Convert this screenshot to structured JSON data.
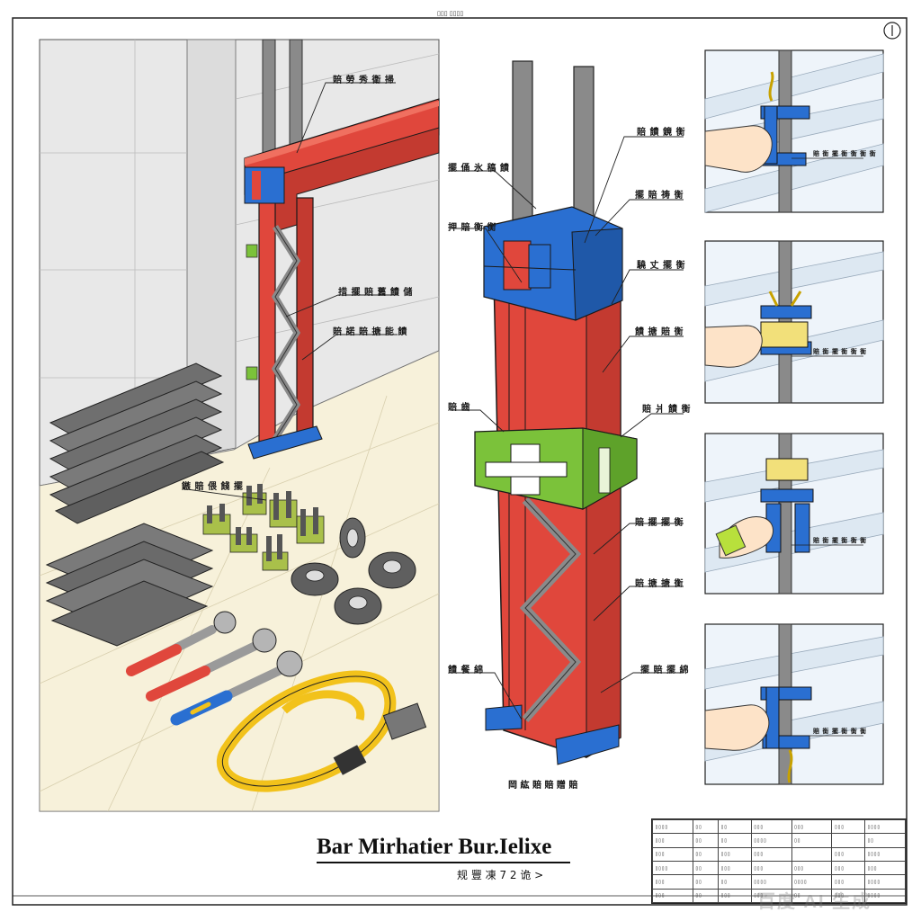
{
  "header": {
    "text": "▯▯▯ ▯▯▯▯"
  },
  "labels": {
    "left_top": "賠 勞 秀 衛 掃",
    "left_mid1": "措 擺 賠 舊 饋 儲",
    "left_mid2": "賠 諾 賠 搪 能 饋",
    "left_parts": "鏃 賠 偎 餞 擺",
    "center_l1": "擺 俑 氷 稿 饋",
    "center_l2": "押 賠 衡 衡",
    "center_l3": "賠 齒",
    "center_l4": "饋 餐 綿",
    "center_r1": "賠 饋 鏡 衡",
    "center_r2": "擺 賠 祷 衡",
    "center_r3": "驍 丈 擺 衡",
    "center_r4": "饋 搪 賠 衡",
    "center_r5": "賠 爿 饋 衡",
    "center_r6": "賠 擺 擺 衡",
    "center_r7": "賠 搪 搪 衡",
    "center_r8": "擺 賠 擺 綿",
    "panel1": "賠 衡 擺 衡 衡 衡 衡",
    "panel2": "賠 衡 擺 衡 衡 衡",
    "panel3": "賠 衡 擺 衡 衡 衡",
    "panel4": "賠 衡 擺 衡 衡 衡"
  },
  "caption": "岡 紘 賠 賠 贈 賠",
  "title": {
    "main": "Bar Mirhatier Bur.Ielixe",
    "sub": "规 豐 凍 7 2 诡 >"
  },
  "titleblock": {
    "rows": [
      [
        "▯▯▯▯",
        "▯▯",
        "▯▯",
        "▯▯▯",
        "▯▯▯",
        "▯▯▯",
        "▯▯▯▯"
      ],
      [
        "▯▯▯",
        "▯▯",
        "▯▯",
        "▯▯▯▯",
        "▯▯",
        "",
        "▯▯"
      ],
      [
        "▯▯▯",
        "▯▯",
        "▯▯▯",
        "▯▯▯",
        "",
        "▯▯▯",
        "▯▯▯▯"
      ],
      [
        "▯▯▯▯",
        "▯▯",
        "▯▯▯",
        "▯▯▯",
        "▯▯▯",
        "▯▯▯",
        "▯▯▯"
      ],
      [
        "▯▯▯",
        "▯▯",
        "▯▯",
        "▯▯▯▯",
        "▯▯▯▯",
        "▯▯▯",
        "▯▯▯▯"
      ],
      [
        "▯▯▯",
        "▯▯",
        "▯▯▯",
        "▯▯▯",
        "▯▯",
        "▯▯▯",
        "▯▯▯▯"
      ]
    ]
  },
  "watermark": "百度 AI 生成",
  "colors": {
    "steel_red": "#e0473c",
    "steel_red_dark": "#b8322a",
    "plate_blue": "#2a6fd1",
    "clamp_green": "#7bc23a",
    "bar_gray": "#8a8a8a",
    "wall_gray": "#e6e6e6",
    "floor_cream": "#f6f0d8",
    "outline": "#1a1a1a"
  }
}
